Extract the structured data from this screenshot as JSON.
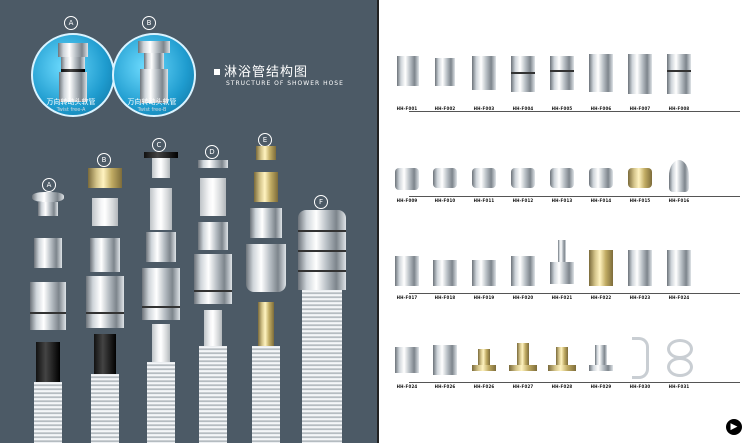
{
  "title": {
    "zh": "淋浴管结构图",
    "en": "STRUCTURE OF SHOWER HOSE"
  },
  "insets": [
    {
      "letter": "A",
      "zh": "万向转动头软管",
      "en": "Twist free-A"
    },
    {
      "letter": "B",
      "zh": "万向转动头软管",
      "en": "Twist free-B"
    }
  ],
  "columns": [
    {
      "letter": "A"
    },
    {
      "letter": "B"
    },
    {
      "letter": "C"
    },
    {
      "letter": "D"
    },
    {
      "letter": "E"
    },
    {
      "letter": "F"
    }
  ],
  "catalog": {
    "rows": [
      [
        "HH-F001",
        "HH-F002",
        "HH-F003",
        "HH-F004",
        "HH-F005",
        "HH-F006",
        "HH-F007",
        "HH-F008"
      ],
      [
        "HH-F009",
        "HH-F010",
        "HH-F011",
        "HH-F012",
        "HH-F013",
        "HH-F014",
        "HH-F015",
        "HH-F016"
      ],
      [
        "HH-F017",
        "HH-F018",
        "HH-F019",
        "HH-F020",
        "HH-F021",
        "HH-F022",
        "HH-F023",
        "HH-F024"
      ],
      [
        "HH-F024",
        "HH-F026",
        "HH-F026",
        "HH-F027",
        "HH-F028",
        "HH-F029",
        "HH-F030",
        "HH-F031"
      ]
    ]
  },
  "colors": {
    "panel": "#4c5a66",
    "chrome": "#cfd5da",
    "brass": "#d4c48a"
  },
  "next_icon": "arrow-right-icon",
  "next_glyph": "▶"
}
